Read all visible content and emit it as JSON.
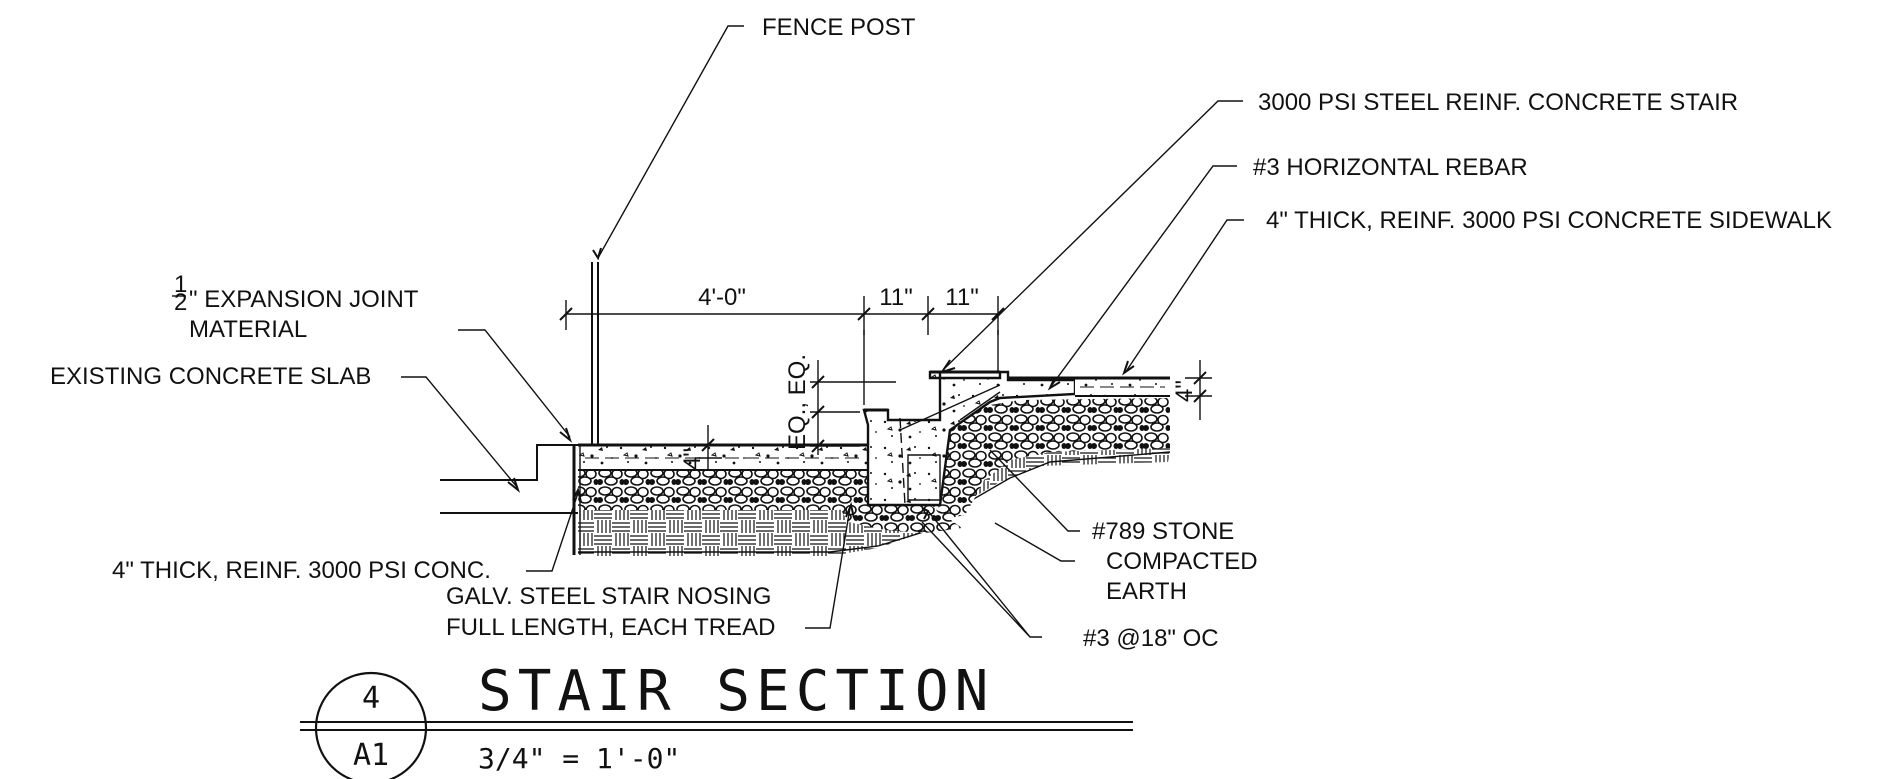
{
  "labels": {
    "fence_post": "FENCE POST",
    "concrete_stair": "3000 PSI STEEL REINF.  CONCRETE STAIR",
    "horizontal_rebar": "#3 HORIZONTAL REBAR",
    "sidewalk": "4\" THICK, REINF. 3000 PSI CONCRETE SIDEWALK",
    "expansion_joint_fraction_num": "1",
    "expansion_joint_fraction_den": "2",
    "expansion_joint_line1": "\" EXPANSION JOINT",
    "expansion_joint_line2": "MATERIAL",
    "existing_slab": "EXISTING CONCRETE SLAB",
    "thick_conc": "4\" THICK, REINF. 3000 PSI CONC.",
    "nosing_line1": "GALV. STEEL STAIR NOSING",
    "nosing_line2": "FULL LENGTH, EACH TREAD",
    "stone": "#789  STONE",
    "earth_line1": "COMPACTED",
    "earth_line2": "EARTH",
    "rebar_oc": "#3 @18\" OC"
  },
  "dimensions": {
    "overall": "4'-0\"",
    "tread1": "11\"",
    "tread2": "11\"",
    "riser": "EQ., EQ.",
    "sidewalk_thickness": "4\"",
    "slab_thickness": "4\""
  },
  "title_block": {
    "detail_number": "4",
    "sheet": "A1",
    "title": "STAIR SECTION",
    "scale": "3/4\" = 1'-0\""
  }
}
